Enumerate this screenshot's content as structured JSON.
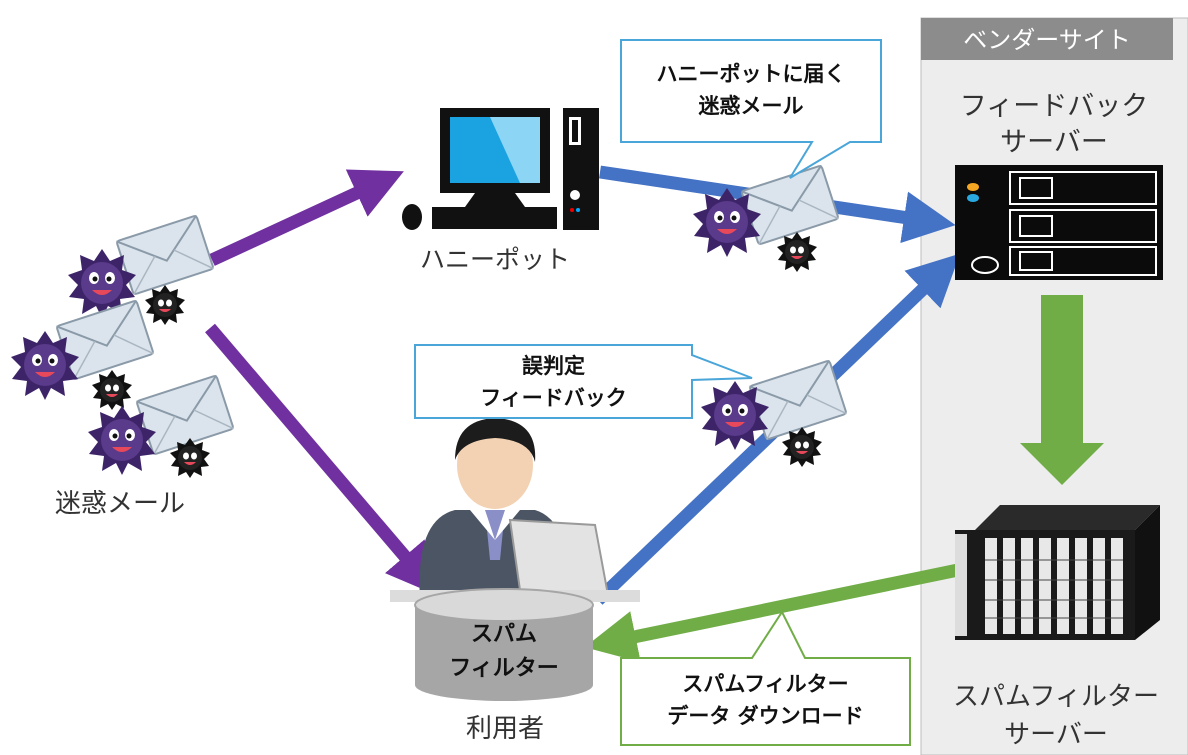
{
  "vendor": {
    "header": "ベンダーサイト",
    "feedback_server_label": [
      "フィードバック",
      "サーバー"
    ],
    "spam_filter_server_label": [
      "スパムフィルター",
      "サーバー"
    ]
  },
  "labels": {
    "honeypot": "ハニーポット",
    "spam_mail": "迷惑メール",
    "user": "利用者"
  },
  "callouts": {
    "honeypot_mail": [
      "ハニーポットに届く",
      "迷惑メール"
    ],
    "misjudge_feedback": [
      "誤判定",
      "フィードバック"
    ],
    "filter_download": [
      "スパムフィルター",
      "データ ダウンロード"
    ]
  },
  "spam_filter_db": [
    "スパム",
    "フィルター"
  ],
  "colors": {
    "purple_arrow": "#7030a0",
    "blue_arrow": "#4472c4",
    "green_arrow": "#70ad47",
    "vendor_panel": "#ededed",
    "vendor_header": "#8c8c8c",
    "monitor_screen": "#1aa3e0",
    "virus": "#3d2468"
  }
}
